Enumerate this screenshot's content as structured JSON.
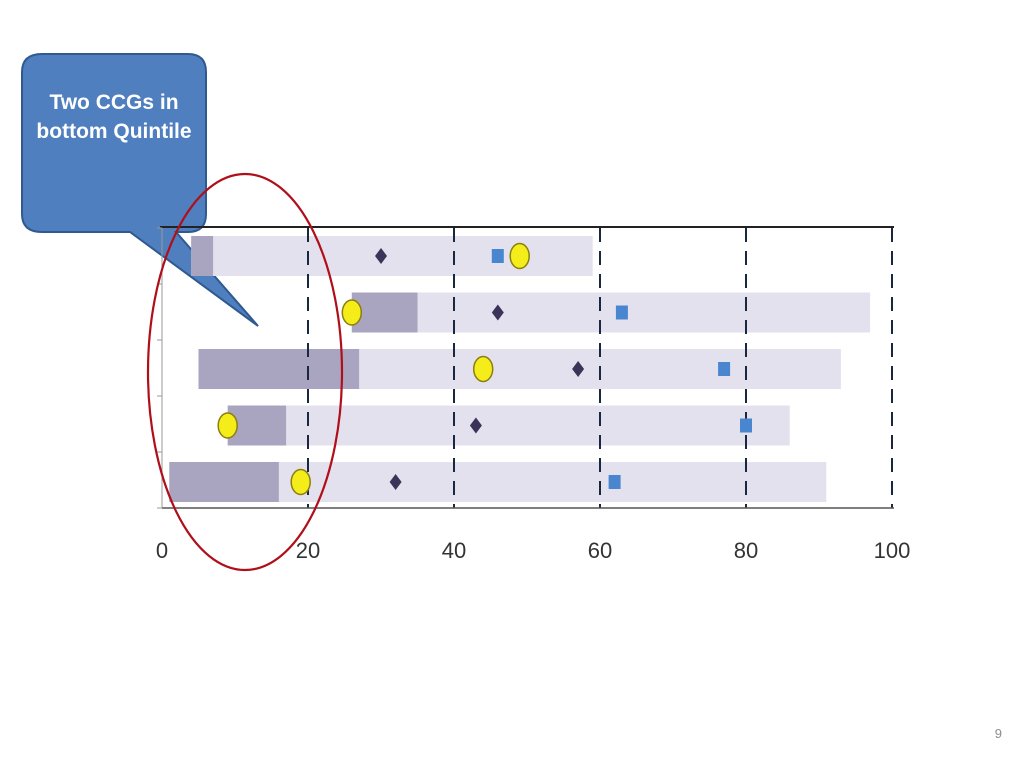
{
  "callout": {
    "text": "Two CCGs in bottom Quintile"
  },
  "slide": {
    "number": "9"
  },
  "colors": {
    "range_bar": "#e4e1ee",
    "quintile_bar": "#a9a4bf",
    "diamond": "#3c3358",
    "square": "#4a86cf",
    "circle_fill": "#f5ed1a",
    "circle_stroke": "#8a7f10",
    "callout_fill": "#4f7fbf",
    "callout_stroke": "#2f5a8f",
    "ellipse": "#b00f1a"
  },
  "chart_data": {
    "type": "bar",
    "xlim": [
      0,
      100
    ],
    "x_ticks": [
      "0",
      "20",
      "40",
      "60",
      "80",
      "100"
    ],
    "gridlines_at": [
      20,
      40,
      60,
      80,
      100
    ],
    "grid_style": "dashed vertical",
    "rows": [
      {
        "range": [
          4,
          59
        ],
        "quintile": [
          4,
          7
        ],
        "diamond": 30,
        "square": 46,
        "circle": 49
      },
      {
        "range": [
          26,
          97
        ],
        "quintile": [
          26,
          35
        ],
        "diamond": 46,
        "square": 63,
        "circle": 26
      },
      {
        "range": [
          5,
          93
        ],
        "quintile": [
          5,
          27
        ],
        "diamond": 57,
        "square": 77,
        "circle": 44
      },
      {
        "range": [
          9,
          86
        ],
        "quintile": [
          9,
          17
        ],
        "diamond": 43,
        "square": 80,
        "circle": 9
      },
      {
        "range": [
          1,
          91
        ],
        "quintile": [
          1,
          16
        ],
        "diamond": 32,
        "square": 62,
        "circle": 19
      }
    ]
  }
}
